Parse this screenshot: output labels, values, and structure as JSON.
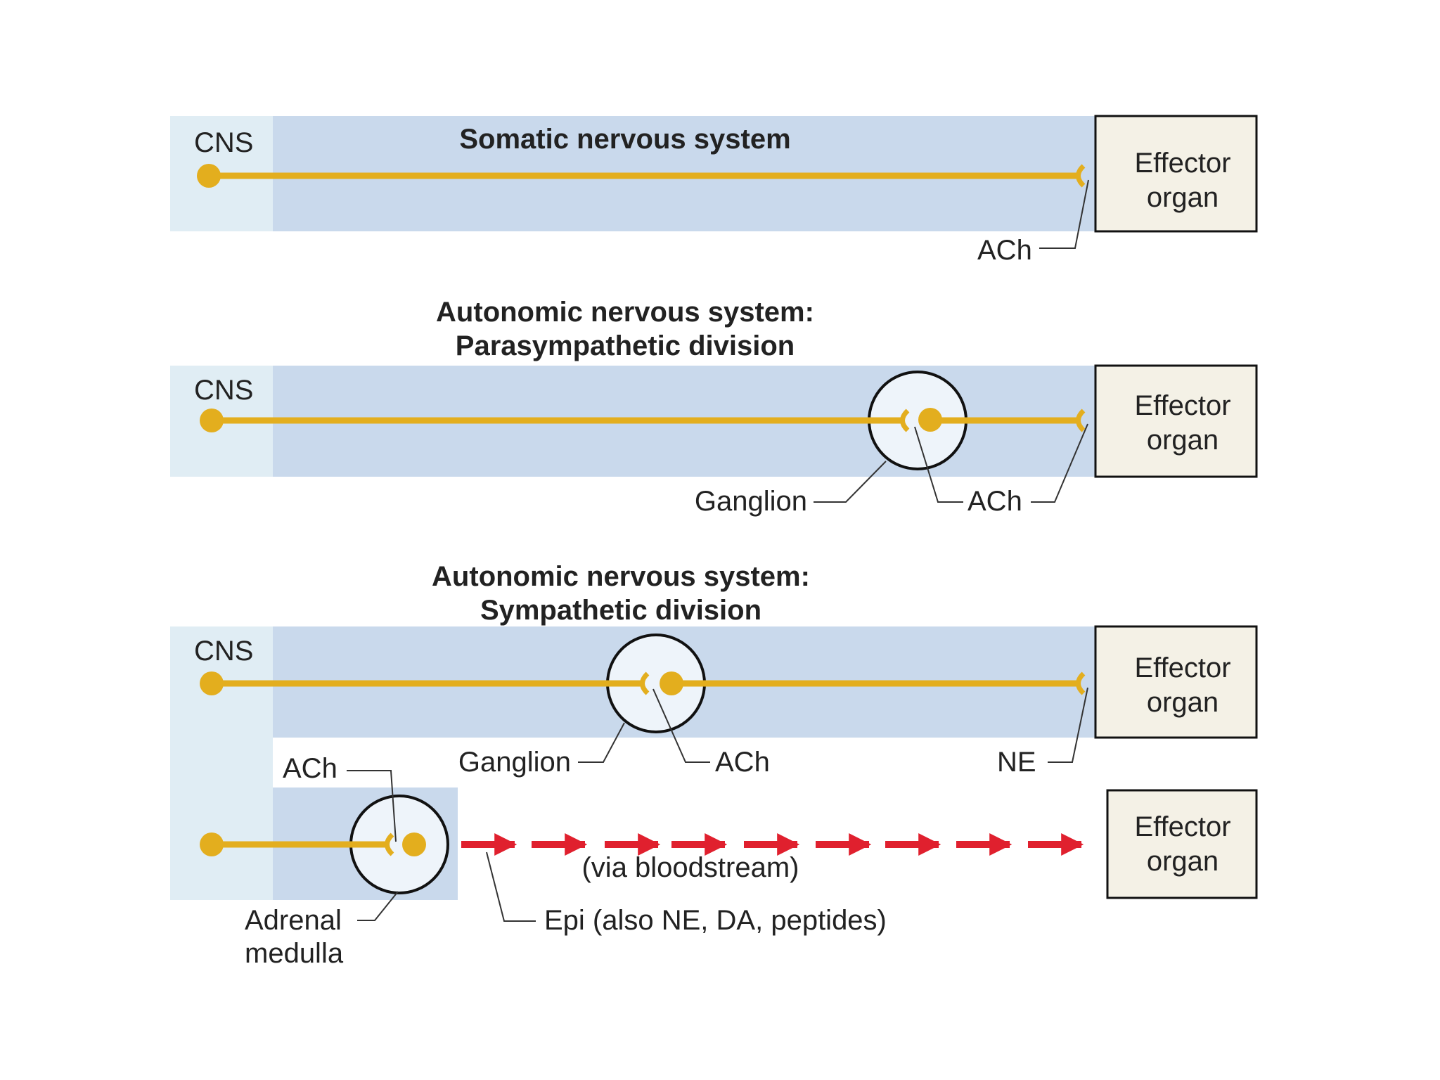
{
  "colors": {
    "background": "#ffffff",
    "cns_zone": "#e0edf4",
    "pathway_band": "#c9d9ec",
    "axon": "#e3ae1e",
    "ganglion_fill": "#eef4fa",
    "outline": "#111111",
    "effector_fill": "#f4f1e6",
    "bloodstream_arrow": "#e0202e",
    "leader": "#333333"
  },
  "icons": {
    "neuron_soma": "filled-circle",
    "axon_terminal": "fork-terminal",
    "ganglion": "circle-outline",
    "bloodstream": "red-dashed-arrows"
  },
  "labels": {
    "cns": "CNS",
    "effector_line1": "Effector",
    "effector_line2": "organ",
    "ach": "ACh",
    "ne": "NE",
    "ganglion": "Ganglion"
  },
  "somatic": {
    "title": "Somatic nervous system"
  },
  "parasympathetic": {
    "title_line1": "Autonomic nervous system:",
    "title_line2": "Parasympathetic division"
  },
  "sympathetic": {
    "title_line1": "Autonomic nervous system:",
    "title_line2": "Sympathetic division",
    "adrenal_line1": "Adrenal",
    "adrenal_line2": "medulla",
    "bloodstream": "(via bloodstream)",
    "epi": "Epi (also NE, DA, peptides)"
  }
}
